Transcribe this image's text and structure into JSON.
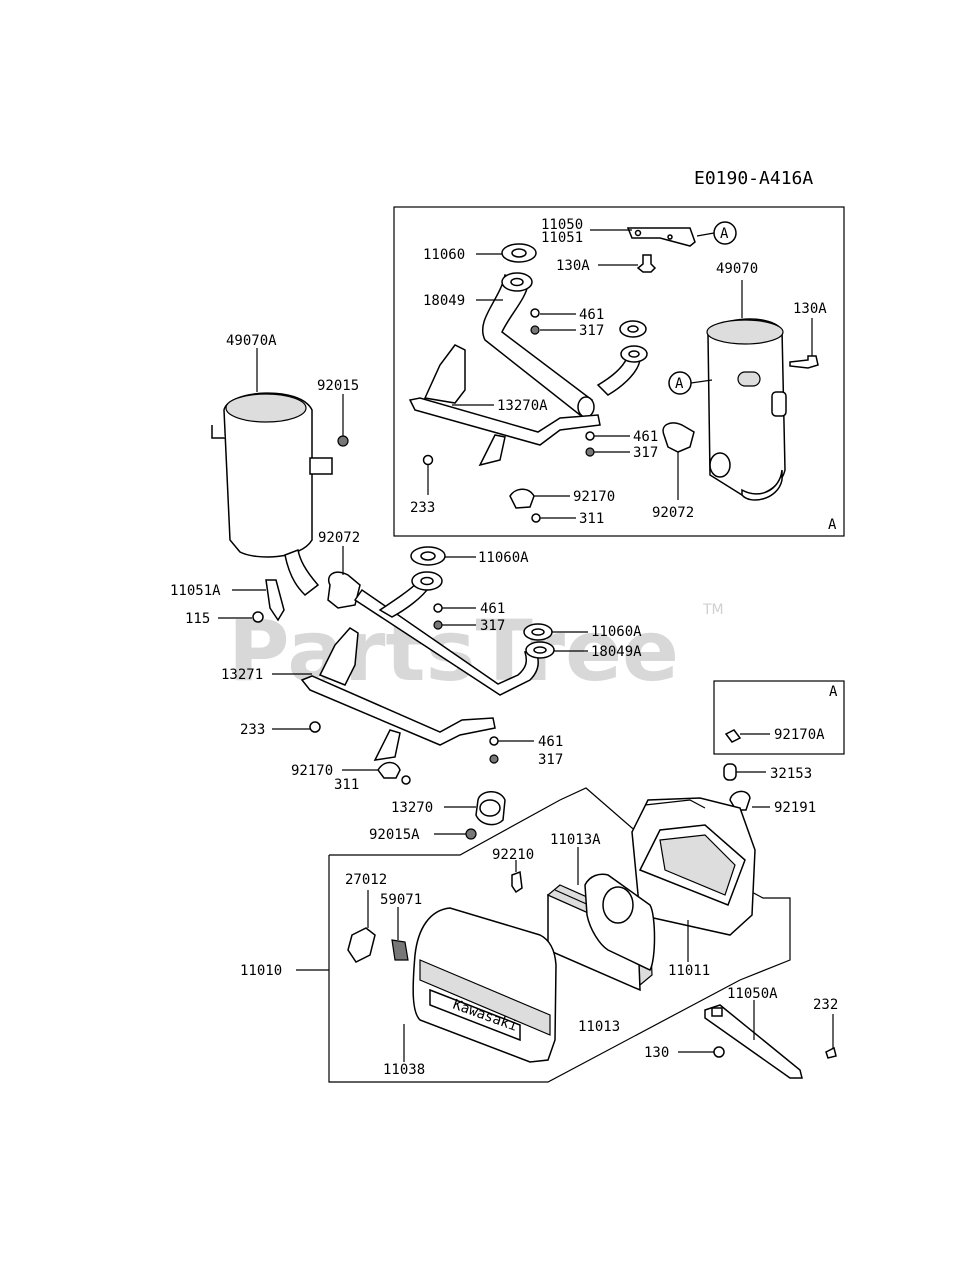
{
  "diagram_code": "E0190-A416A",
  "watermark": "PartsTree",
  "watermark_tm": "TM",
  "callouts": {
    "c11050": "11050",
    "c11051": "11051",
    "c11060": "11060",
    "c130A_top": "130A",
    "c49070": "49070",
    "c18049": "18049",
    "c461_top": "461",
    "c317_top": "317",
    "c130A_right": "130A",
    "c13270A": "13270A",
    "c461_mid": "461",
    "c317_mid": "317",
    "c233_top": "233",
    "c92170": "92170",
    "c311_top": "311",
    "c92072_top": "92072",
    "c49070A": "49070A",
    "c92015": "92015",
    "c92072_left": "92072",
    "c11060A_a": "11060A",
    "c11051A": "11051A",
    "c115": "115",
    "c461_left": "461",
    "c317_left": "317",
    "c11060A_b": "11060A",
    "c18049A": "18049A",
    "c13271": "13271",
    "c233_left": "233",
    "c461_low": "461",
    "c317_low": "317",
    "c92170_low": "92170",
    "c311_low": "311",
    "c92170A": "92170A",
    "c32153": "32153",
    "c13270": "13270",
    "c92191": "92191",
    "c92015A": "92015A",
    "c11013A": "11013A",
    "c92210": "92210",
    "c27012": "27012",
    "c59071": "59071",
    "c11010": "11010",
    "c11011": "11011",
    "c11050A": "11050A",
    "c232": "232",
    "c11013": "11013",
    "c130": "130",
    "c11038": "11038"
  },
  "refs": {
    "ref_a_bracket": "A",
    "ref_a_muffler": "A",
    "inset_a_corner": "A",
    "inset_small_a": "A"
  },
  "cover_brand": "Kawasaki"
}
